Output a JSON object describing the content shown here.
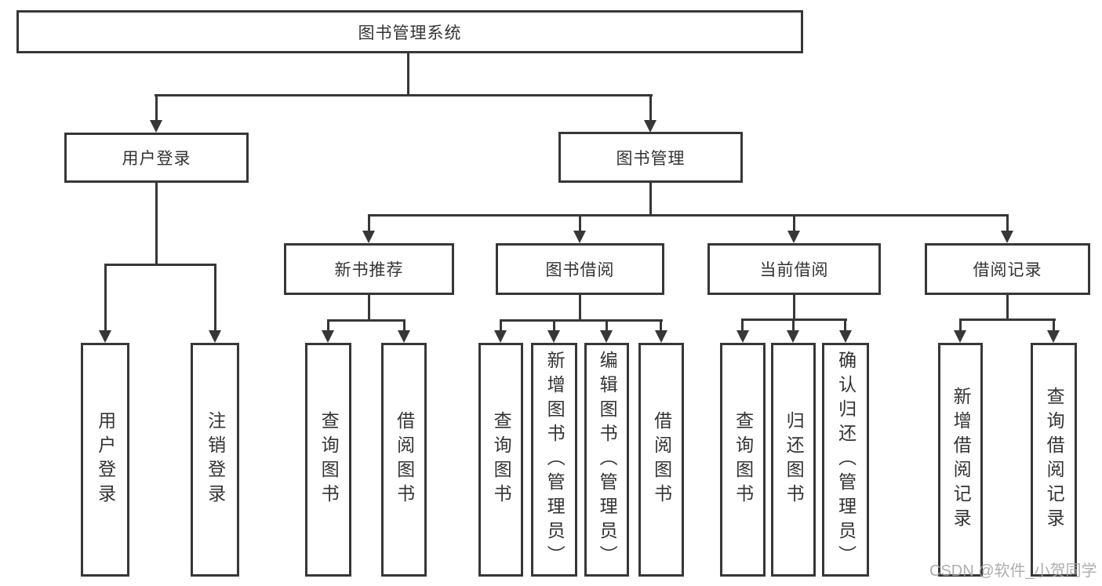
{
  "root_label": "图书管理系统",
  "branches": {
    "user_login": {
      "label": "用户登录",
      "children": [
        "用户登录",
        "注销登录"
      ]
    },
    "book_management": {
      "label": "图书管理",
      "sections": [
        {
          "label": "新书推荐",
          "children": [
            "查询图书",
            "借阅图书"
          ]
        },
        {
          "label": "图书借阅",
          "children": [
            "查询图书",
            "新增图书（管理员）",
            "编辑图书（管理员）",
            "借阅图书"
          ]
        },
        {
          "label": "当前借阅",
          "children": [
            "查询图书",
            "归还图书",
            "确认归还（管理员）"
          ]
        },
        {
          "label": "借阅记录",
          "children": [
            "新增借阅记录",
            "查询借阅记录"
          ]
        }
      ]
    }
  },
  "watermark": "CSDN @软件_小贺同学",
  "colors": {
    "line": "#373737",
    "text": "#333333",
    "background": "#ffffff",
    "watermark": "#a6a6a6"
  }
}
